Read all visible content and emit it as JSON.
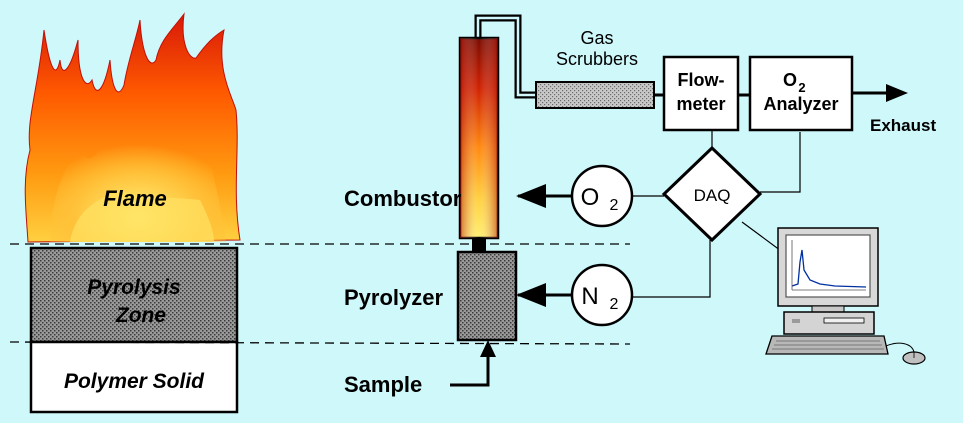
{
  "left": {
    "flame_label": "Flame",
    "pyrolysis_line1": "Pyrolysis",
    "pyrolysis_line2": "Zone",
    "polymer_label": "Polymer Solid"
  },
  "apparatus": {
    "gas_scrubbers_line1": "Gas",
    "gas_scrubbers_line2": "Scrubbers",
    "flowmeter_line1": "Flow-",
    "flowmeter_line2": "meter",
    "analyzer_o": "O",
    "analyzer_sub": "2",
    "analyzer_line2": "Analyzer",
    "exhaust_label": "Exhaust",
    "combustor_label": "Combustor",
    "pyrolyzer_label": "Pyrolyzer",
    "sample_label": "Sample",
    "o2_letter": "O",
    "o2_sub": "2",
    "n2_letter": "N",
    "n2_sub": "2",
    "daq_label": "DAQ"
  },
  "colors": {
    "background": "#cff8fb",
    "pyrolysis_zone": "#8a8a8a",
    "flame_orange": "#ff7a00",
    "flame_red": "#d01010",
    "flame_yellow": "#ffe040"
  },
  "icons": [
    "flame-shape",
    "computer-icon",
    "mouse-icon"
  ]
}
